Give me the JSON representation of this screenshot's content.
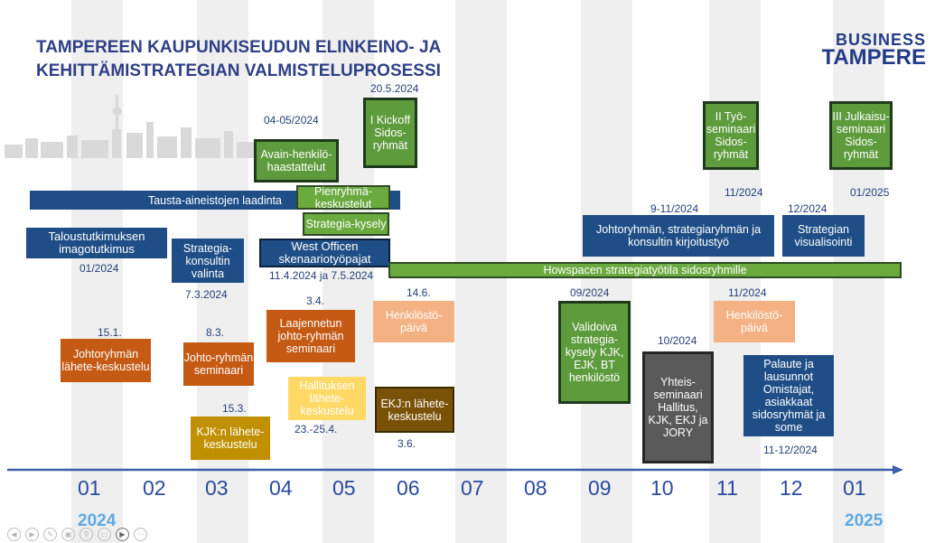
{
  "title": {
    "line1": "TAMPEREEN KAUPUNKISEUDUN ELINKEINO- JA",
    "line2": "KEHITTÄMISTRATEGIAN VALMISTELUPROSESSI"
  },
  "brand": {
    "line1": "BUSINESS",
    "line2": "TAMPERE"
  },
  "colors": {
    "navy": "#1f4e86",
    "green": "#5d9b3c",
    "orange": "#c55a14",
    "peach": "#f4b183",
    "yellow": "#ffd966",
    "gold": "#c09000",
    "dark": "#595959",
    "axis": "#3b5fa8"
  },
  "months": [
    "01",
    "02",
    "03",
    "04",
    "05",
    "06",
    "07",
    "08",
    "09",
    "10",
    "11",
    "12",
    "01"
  ],
  "years": {
    "start": "2024",
    "end": "2025"
  },
  "bars": {
    "tausta": "Tausta-aineistojen laadinta",
    "howspace": "Howspacen strategiatyötila sidosryhmille"
  },
  "boxes": {
    "taloustutkimus": "Taloustutkimuksen imagotutkimus",
    "strategiakonsultti": "Strategia-konsultin valinta",
    "avain": "Avain-henkilö-haastattelut",
    "pienryhma": "Pienryhmä-keskustelut",
    "strategiakysely": "Strategia-kysely",
    "westofficen": "West Officen skenaariotyöpajat",
    "kickoff": "I Kickoff Sidos-ryhmät",
    "tyoseminaari": "II Työ-seminaari Sidos-ryhmät",
    "julkaisu": "III Julkaisu-seminaari Sidos-ryhmät",
    "johtoryhman_kirjoitus": "Johtoryhmän, strategiaryhmän ja konsultin kirjoitustyö",
    "visualisointi": "Strategian visualisointi",
    "johtoryhman_lahete": "Johtoryhmän lähete-keskustelu",
    "johtoryhman_seminaari": "Johto-ryhmän seminaari",
    "kjk_lahete": "KJK:n lähete-keskustelu",
    "laajennetun": "Laajennetun johto-ryhmän seminaari",
    "hallituksen": "Hallituksen lähete-keskustelu",
    "henkilosto1": "Henkilöstö-päivä",
    "ekj": "EKJ:n lähete-keskustelu",
    "validoiva": "Validoiva strategia-kysely KJK, EJK, BT henkilöstö",
    "yhteis": "Yhteis-seminaari Hallitus, KJK, EKJ ja JORY",
    "henkilosto2": "Henkilöstö-päivä",
    "palaute": "Palaute ja lausunnot Omistajat, asiakkaat sidosryhmät ja some"
  },
  "dates": {
    "d0405": "04-05/2024",
    "d2005": "20.5.2024",
    "d0124": "01/2024",
    "d7303": "7.3.2024",
    "d11405": "11.4.2024 ja 7.5.2024",
    "d911": "9-11/2024",
    "d1124top": "11/2024",
    "d1224": "12/2024",
    "d0125": "01/2025",
    "d151": "15.1.",
    "d83": "8.3.",
    "d153": "15.3.",
    "d34": "3.4.",
    "d2325": "23.-25.4.",
    "d146": "14.6.",
    "d36": "3.6.",
    "d0924": "09/2024",
    "d1024": "10/2024",
    "d1124": "11/2024",
    "d1112": "11-12/2024"
  },
  "controls": [
    "prev-icon",
    "next-icon",
    "pen-icon",
    "print-icon",
    "zoom-icon",
    "slides-icon",
    "camera-icon",
    "more-icon"
  ]
}
